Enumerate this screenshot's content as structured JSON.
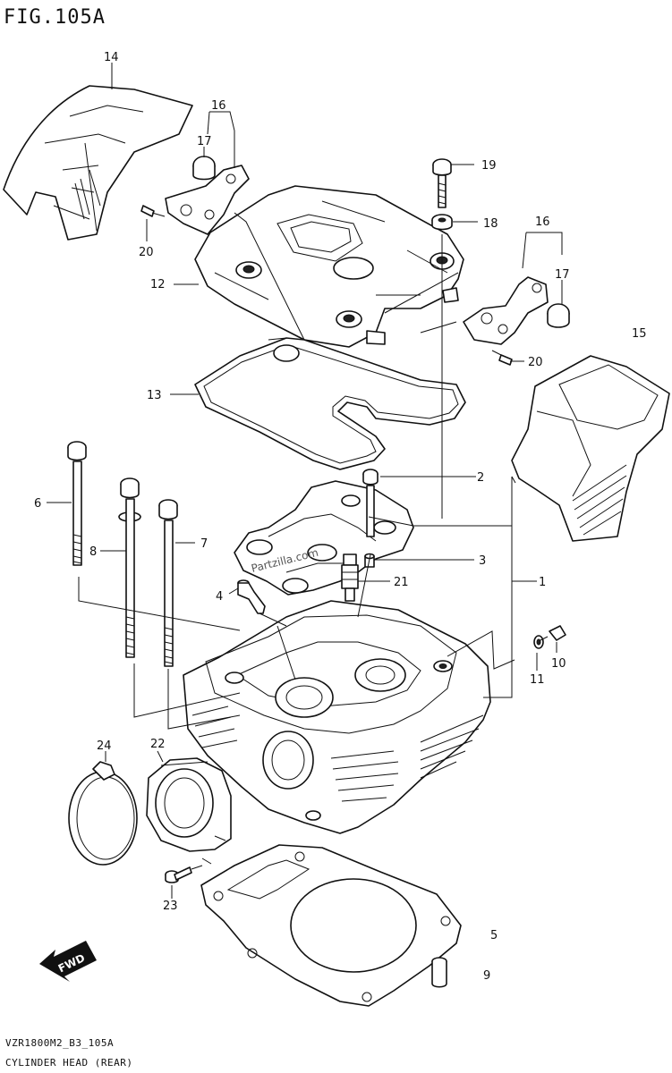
{
  "figure_title": "FIG.105A",
  "diagram_code": "VZR1800M2_B3_105A",
  "diagram_caption": "CYLINDER HEAD (REAR)",
  "watermark": "Partzilla.com",
  "direction_badge": "FWD",
  "callouts": [
    "14",
    "16",
    "17",
    "20",
    "12",
    "13",
    "19",
    "18",
    "16",
    "17",
    "15",
    "20",
    "6",
    "8",
    "7",
    "2",
    "3",
    "1",
    "4",
    "21",
    "11",
    "10",
    "24",
    "22",
    "23",
    "5",
    "9"
  ]
}
